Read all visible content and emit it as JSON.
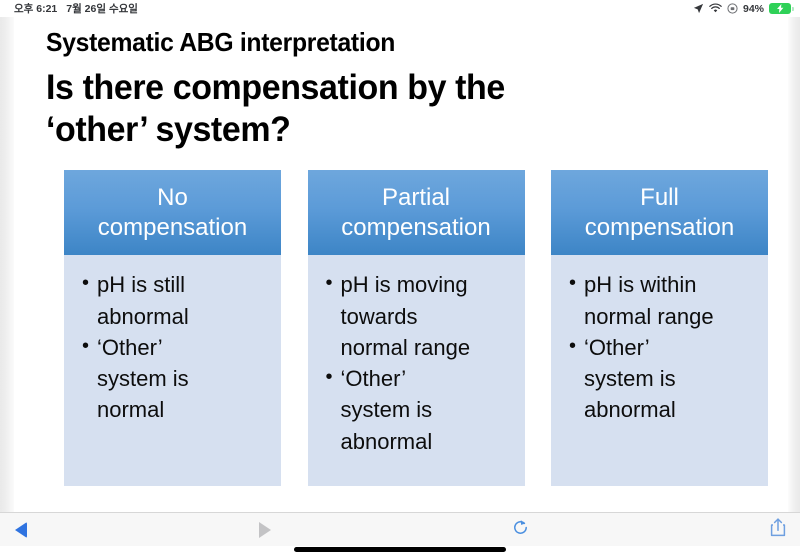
{
  "status_bar": {
    "time": "오후 6:21",
    "date": "7월 26일 수요일",
    "battery_percent": "94%",
    "icons": [
      "location-arrow-icon",
      "wifi-icon",
      "orientation-lock-icon",
      "battery-charging-icon"
    ]
  },
  "slide": {
    "kicker": "Systematic ABG interpretation",
    "heading_lines": [
      "Is there compensation by the",
      "‘other’ system?"
    ],
    "columns": [
      {
        "title_lines": [
          "No",
          "compensation"
        ],
        "bullets": [
          [
            "pH is still",
            "abnormal"
          ],
          [
            "‘Other’",
            "system is",
            "normal"
          ]
        ]
      },
      {
        "title_lines": [
          "Partial",
          "compensation"
        ],
        "bullets": [
          [
            "pH is moving",
            "towards",
            "normal range"
          ],
          [
            "‘Other’",
            "system is",
            "abnormal"
          ]
        ]
      },
      {
        "title_lines": [
          "Full",
          "compensation"
        ],
        "bullets": [
          [
            "pH is within",
            "normal range"
          ],
          [
            "‘Other’",
            "system is",
            "abnormal"
          ]
        ]
      }
    ],
    "bullet_glyph": "•"
  },
  "toolbar": {
    "back": "back-icon",
    "forward": "forward-icon",
    "reload": "reload-icon",
    "share": "share-icon"
  },
  "theme": {
    "header_blue_top": "#6ea7dd",
    "header_blue_bottom": "#3d85c6",
    "column_body_blue": "#d6e0f0",
    "toolbar_accent": "#2f73e0",
    "toolbar_disabled": "#c3c3c5",
    "battery_green": "#2fd158"
  }
}
